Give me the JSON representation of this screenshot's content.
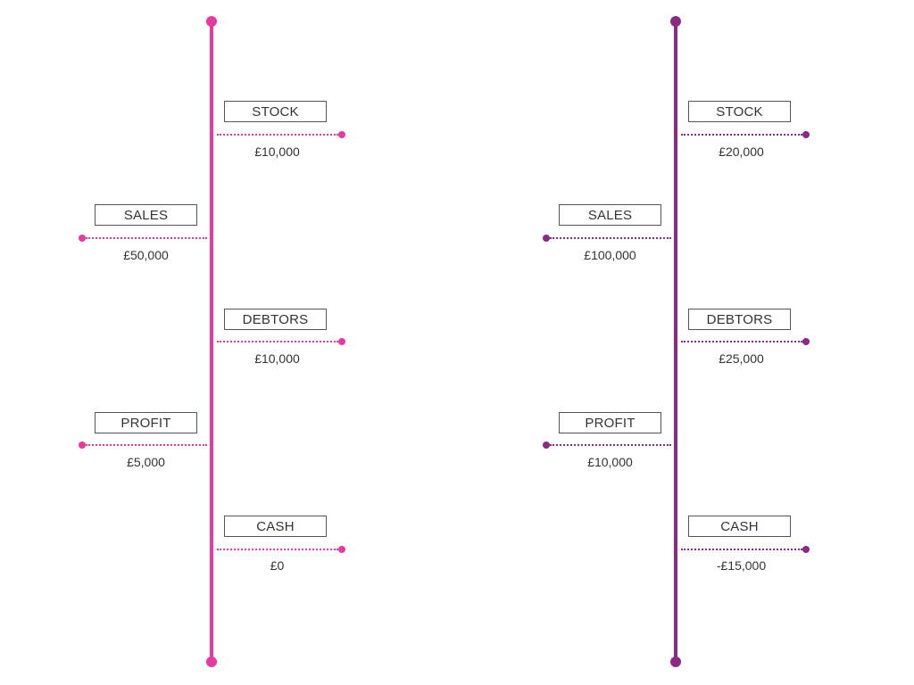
{
  "colors": {
    "left_accent": "#e8399e",
    "right_accent": "#8a2a86"
  },
  "timelines": [
    {
      "items": [
        {
          "label": "STOCK",
          "value": "£10,000"
        },
        {
          "label": "SALES",
          "value": "£50,000"
        },
        {
          "label": "DEBTORS",
          "value": "£10,000"
        },
        {
          "label": "PROFIT",
          "value": "£5,000"
        },
        {
          "label": "CASH",
          "value": "£0"
        }
      ]
    },
    {
      "items": [
        {
          "label": "STOCK",
          "value": "£20,000"
        },
        {
          "label": "SALES",
          "value": "£100,000"
        },
        {
          "label": "DEBTORS",
          "value": "£25,000"
        },
        {
          "label": "PROFIT",
          "value": "£10,000"
        },
        {
          "label": "CASH",
          "value": "-£15,000"
        }
      ]
    }
  ]
}
